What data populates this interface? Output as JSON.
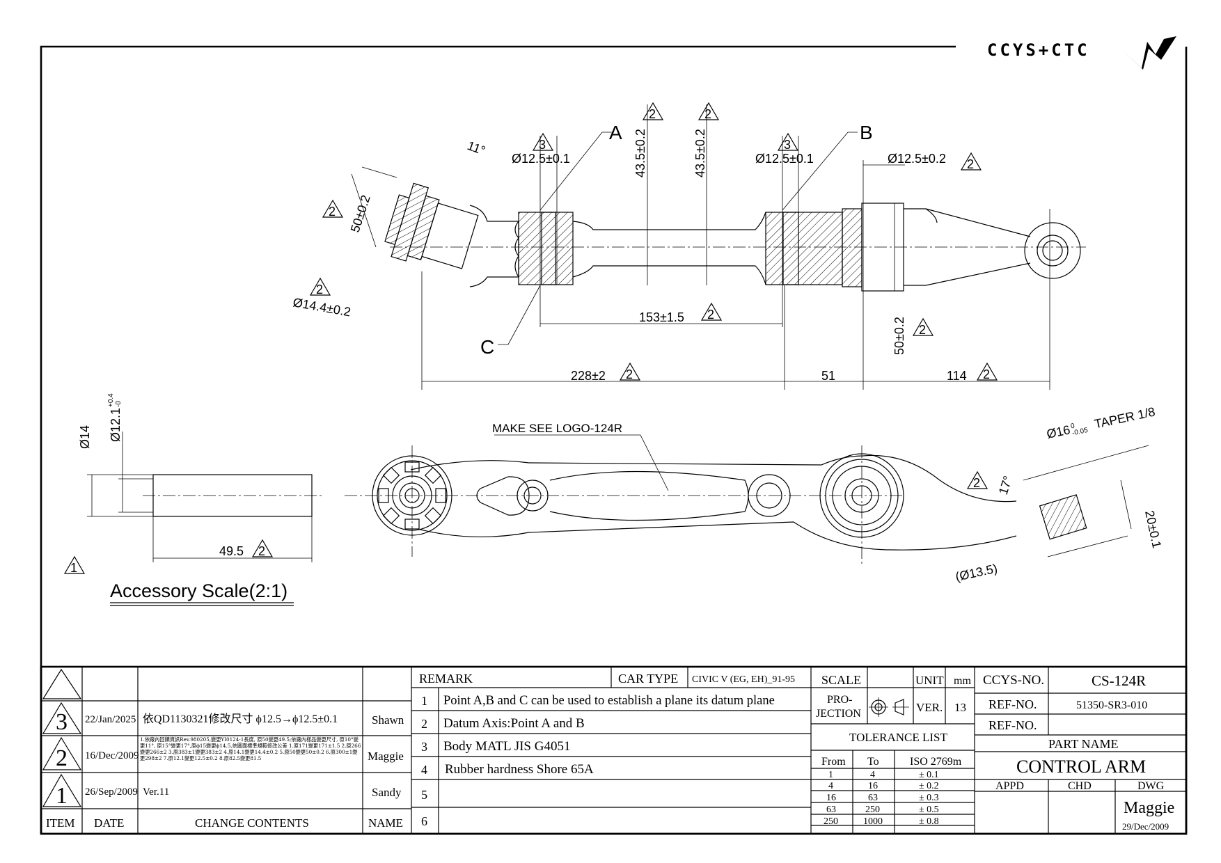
{
  "logo": {
    "text": "CCYS+CTC"
  },
  "top_view": {
    "labels": {
      "a": "A",
      "b": "B",
      "c": "C"
    },
    "dims": {
      "bore_left": "Ø12.5±0.1",
      "bore_mid": "Ø12.5±0.1",
      "bore_right": "Ø12.5±0.2",
      "height_1": "43.5±0.2",
      "height_2": "43.5±0.2",
      "ball_height": "50±0.2",
      "ball_dia": "Ø14.4±0.2",
      "angle": "11°",
      "span_153": "153±1.5",
      "right_height": "50±0.2",
      "len_228": "228±2",
      "len_51": "51",
      "len_114": "114"
    },
    "rev_marks": {
      "r2": "2",
      "r3": "3"
    }
  },
  "side_view": {
    "make_note": "MAKE SEE LOGO-124R",
    "taper": "Ø16",
    "taper_tol_upper": "0",
    "taper_tol_lower": "-0.05",
    "taper_text": "TAPER 1/8",
    "angle": "17°",
    "stud_len": "20±0.1",
    "stud_dia": "(Ø13.5)"
  },
  "accessory": {
    "outer_dia": "Ø14",
    "inner_dia": "Ø12.1",
    "inner_tol_upper": "+0.4",
    "inner_tol_lower": "-0",
    "length": "49.5",
    "rev_mark": "1",
    "caption": "Accessory Scale(2:1)"
  },
  "revisions": {
    "headers": {
      "item": "ITEM",
      "date": "DATE",
      "contents": "CHANGE CONTENTS",
      "name": "NAME"
    },
    "rows": [
      {
        "item": "",
        "date": "",
        "contents": "",
        "name": ""
      },
      {
        "item": "3",
        "date": "22/Jan/2025",
        "contents": "依QD1130321修改尺寸 ϕ12.5→ϕ12.5±0.1",
        "name": "Shawn"
      },
      {
        "item": "2",
        "date": "16/Dec/2009",
        "contents": "1.依廠內回饋資訊Rev.980205,變更YI0124-1長度, 原50變更49.5;依廠內樣品變更尺寸, 原10°變更11°, 原15°變更17°,原ϕ15變更ϕ14.5,依圖面標準規範修改公差 1.原171變更171±1.5 2.原266變更266±2 3.原383±1變更383±2 4.原14.1變更14.4±0.2 5.原50變更50±0.2 6.原300±1變更298±2 7.原12.1變更12.5±0.2 8.原82.5變更81.5",
        "name": "Maggie"
      },
      {
        "item": "1",
        "date": "26/Sep/2009",
        "contents": "Ver.11",
        "name": "Sandy"
      }
    ]
  },
  "remarks": {
    "header": "REMARK",
    "car_type_label": "CAR TYPE",
    "car_type": "CIVIC V (EG, EH)_91-95",
    "items": [
      {
        "no": "1",
        "text": "Point A,B and C can be used to establish a plane its datum plane"
      },
      {
        "no": "2",
        "text": "Datum Axis:Point A and B"
      },
      {
        "no": "3",
        "text": "Body MATL JIS G4051"
      },
      {
        "no": "4",
        "text": "Rubber hardness Shore 65A"
      },
      {
        "no": "5",
        "text": ""
      },
      {
        "no": "6",
        "text": ""
      }
    ]
  },
  "scale_block": {
    "scale_label": "SCALE",
    "unit_label": "UNIT",
    "unit": "mm",
    "projection_label_1": "PRO-",
    "projection_label_2": "JECTION",
    "ver_label": "VER.",
    "ver": "13",
    "tolerance_title": "TOLERANCE LIST",
    "tol_headers": {
      "from": "From",
      "to": "To",
      "iso": "ISO 2769m"
    },
    "tolerances": [
      {
        "from": "1",
        "to": "4",
        "tol": "± 0.1"
      },
      {
        "from": "4",
        "to": "16",
        "tol": "± 0.2"
      },
      {
        "from": "16",
        "to": "63",
        "tol": "± 0.3"
      },
      {
        "from": "63",
        "to": "250",
        "tol": "± 0.5"
      },
      {
        "from": "250",
        "to": "1000",
        "tol": "± 0.8"
      }
    ]
  },
  "title_block": {
    "ccys_no_label": "CCYS-NO.",
    "ccys_no": "CS-124R",
    "ref_no_label": "REF-NO.",
    "ref_no": "51350-SR3-010",
    "ref_no2_label": "REF-NO.",
    "ref_no2": "",
    "part_name_label": "PART NAME",
    "part_name": "CONTROL ARM",
    "appd_label": "APPD",
    "chd_label": "CHD",
    "dwg_label": "DWG",
    "dwg_name": "Maggie",
    "dwg_date": "29/Dec/2009"
  }
}
